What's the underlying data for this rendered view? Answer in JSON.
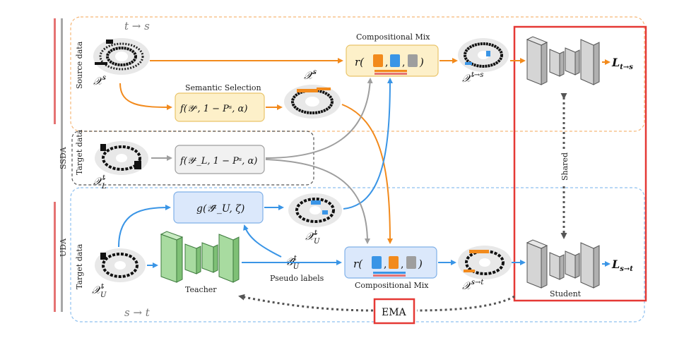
{
  "labels": {
    "t_to_s": "t → s",
    "s_to_t": "s → t",
    "source_data": "Source data",
    "target_data_top": "Target data",
    "target_data_bottom": "Target data",
    "ssda": "SSDA",
    "uda": "UDA",
    "semantic_selection": "Semantic Selection",
    "compositional_mix_top": "Compositional Mix",
    "compositional_mix_bottom": "Compositional Mix",
    "teacher": "Teacher",
    "student": "Student",
    "shared": "Shared",
    "pseudo_labels": "Pseudo labels",
    "ema": "EMA"
  },
  "math": {
    "x_s": "𝒳",
    "x_s_sup": "s",
    "x_tilde_s": "𝒳̃",
    "x_tilde_s_sup": "s",
    "x_t_to_s": "𝒳",
    "x_t_to_s_sup": "t→s",
    "x_l": "𝒳",
    "x_l_sup": "t",
    "x_l_sub": "L",
    "x_u": "𝒳",
    "x_u_sup": "t",
    "x_u_sub": "U",
    "x_tilde_u": "𝒳̃",
    "x_tilde_u_sup": "t",
    "x_tilde_u_sub": "U",
    "x_s_to_t": "𝒳",
    "x_s_to_t_sup": "s→t",
    "y_hat_u": "𝒴̂",
    "y_hat_u_sup": "t",
    "y_hat_u_sub": "U",
    "f_source": "f(𝒴ˢ, 1 − Pˢ, α)",
    "f_target": "f(𝒴ᵗ_L, 1 − Pˢ, α)",
    "g_fn": "g(𝒴̂ᵗ_U, ζ)",
    "r_fn": "r(",
    "r_close": ")",
    "loss_ts": "L",
    "loss_ts_sub": "t→s",
    "loss_st": "L",
    "loss_st_sub": "s→t"
  },
  "colors": {
    "orange": "#f28a1c",
    "blue": "#3a95e6",
    "gray": "#9e9e9e",
    "red": "#e53935",
    "teacher_green": "#a8dba0",
    "student_gray": "#d5d5d5",
    "yellow_box": "#fdf0c9",
    "blue_box": "#dbe8fb",
    "gray_box": "#f1f1f1"
  }
}
